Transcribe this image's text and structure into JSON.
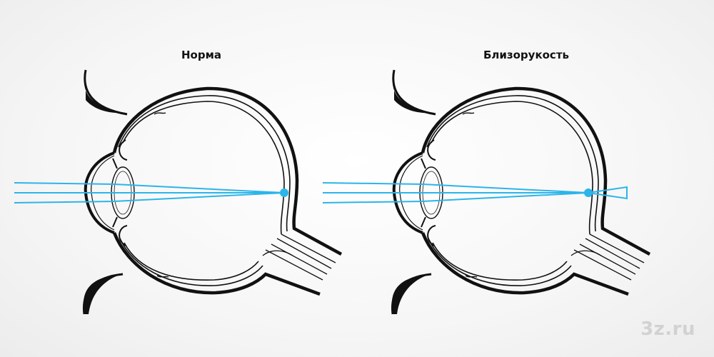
{
  "panels": [
    {
      "id": "normal",
      "title": "Норма"
    },
    {
      "id": "myopia",
      "title": "Близорукость"
    }
  ],
  "watermark": "3z.ru",
  "colors": {
    "ray": "#2bb5ea",
    "ink": "#111111",
    "background": "#f4f4f4"
  }
}
